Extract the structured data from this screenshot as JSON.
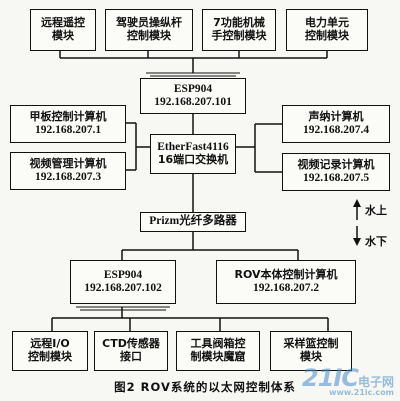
{
  "top_modules": [
    {
      "line1": "远程遥控",
      "line2": "模块"
    },
    {
      "line1": "驾驶员操纵杆",
      "line2": "控制模块"
    },
    {
      "line1": "7功能机械",
      "line2": "手控制模块"
    },
    {
      "line1": "电力单元",
      "line2": "控制模块"
    }
  ],
  "esp_top": {
    "name": "ESP904",
    "ip": "192.168.207.101"
  },
  "switch": {
    "name": "EtherFast4116",
    "desc": "16端口交换机"
  },
  "left_computers": [
    {
      "name": "甲板控制计算机",
      "ip": "192.168.207.1"
    },
    {
      "name": "视频管理计算机",
      "ip": "192.168.207.3"
    }
  ],
  "right_computers": [
    {
      "name": "声纳计算机",
      "ip": "192.168.207.4"
    },
    {
      "name": "视频记录计算机",
      "ip": "192.168.207.5"
    }
  ],
  "multiplexer": {
    "name": "Prizm光纤多路器"
  },
  "labels": {
    "above": "水上",
    "below": "水下"
  },
  "esp_bottom": {
    "name": "ESP904",
    "ip": "192.168.207.102"
  },
  "rov_computer": {
    "name": "ROV本体控制计算机",
    "ip": "192.168.207.2"
  },
  "bottom_modules": [
    {
      "line1": "远程I/O",
      "line2": "控制模块"
    },
    {
      "line1": "CTD传感器",
      "line2": "接口"
    },
    {
      "line1": "工具阀箱控",
      "line2": "制模块魔窟"
    },
    {
      "line1": "采样篮控制",
      "line2": "模块"
    }
  ],
  "caption": "图2  ROV系统的以太网控制体系",
  "watermark": {
    "big": "21IC",
    "small": "电子网",
    "url": "www.21ic.com"
  }
}
